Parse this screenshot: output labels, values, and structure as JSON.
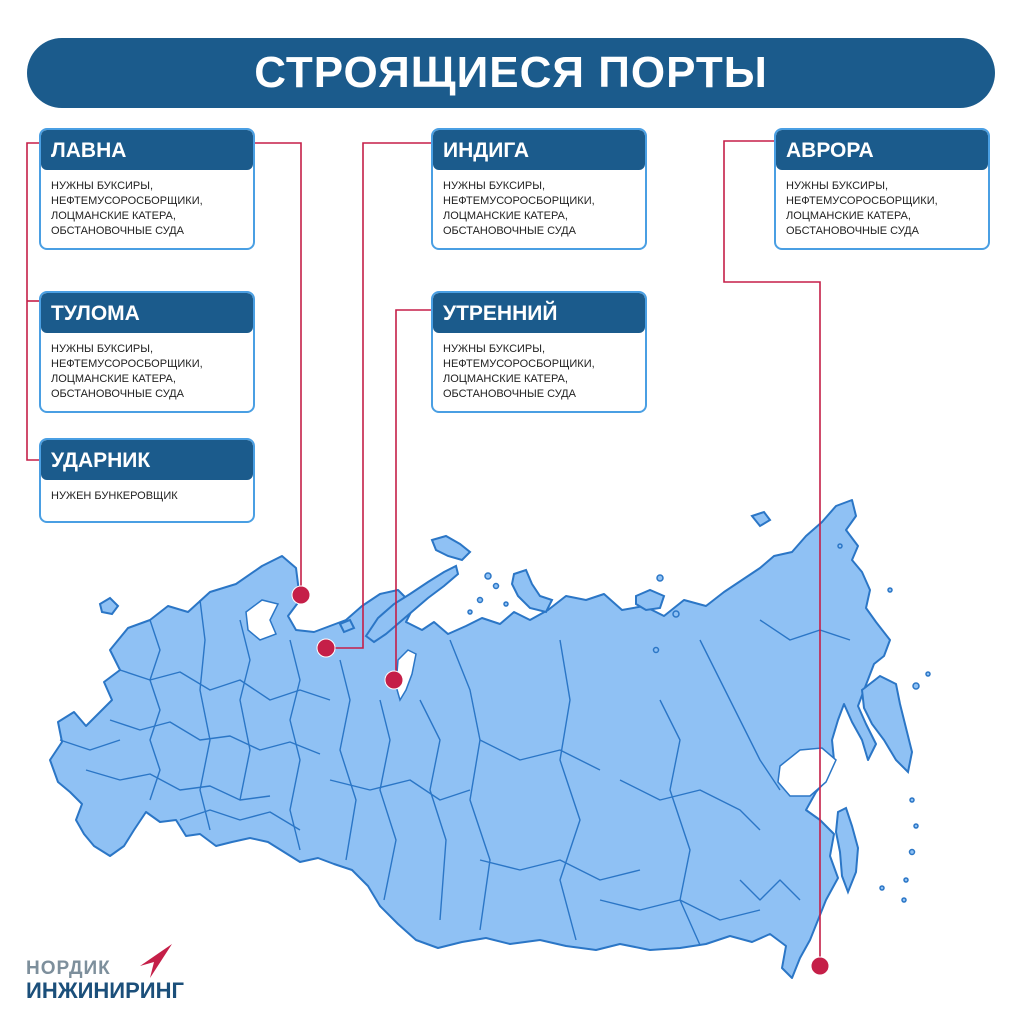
{
  "title": "СТРОЯЩИЕСЯ ПОРТЫ",
  "colors": {
    "brand": "#1b5b8c",
    "land": "#8fc1f4",
    "border": "#2b76c6",
    "marker": "#c51f48",
    "leader": "#c51f48"
  },
  "ports": [
    {
      "name": "ЛАВНА",
      "needs": "НУЖНЫ БУКСИРЫ,\nНЕФТЕМУСОРОСБОРЩИКИ,\nЛОЦМАНСКИЕ КАТЕРА,\nОБСТАНОВОЧНЫЕ СУДА"
    },
    {
      "name": "ТУЛОМА",
      "needs": "НУЖНЫ БУКСИРЫ,\nНЕФТЕМУСОРОСБОРЩИКИ,\nЛОЦМАНСКИЕ КАТЕРА,\nОБСТАНОВОЧНЫЕ СУДА"
    },
    {
      "name": "УДАРНИК",
      "needs": "НУЖЕН БУНКЕРОВЩИК"
    },
    {
      "name": "ИНДИГА",
      "needs": "НУЖНЫ БУКСИРЫ,\nНЕФТЕМУСОРОСБОРЩИКИ,\nЛОЦМАНСКИЕ КАТЕРА,\nОБСТАНОВОЧНЫЕ СУДА"
    },
    {
      "name": "УТРЕННИЙ",
      "needs": "НУЖНЫ БУКСИРЫ,\nНЕФТЕМУСОРОСБОРЩИКИ,\nЛОЦМАНСКИЕ КАТЕРА,\nОБСТАНОВОЧНЫЕ СУДА"
    },
    {
      "name": "АВРОРА",
      "needs": "НУЖНЫ БУКСИРЫ,\nНЕФТЕМУСОРОСБОРЩИКИ,\nЛОЦМАНСКИЕ КАТЕРА,\nОБСТАНОВОЧНЫЕ СУДА"
    }
  ],
  "logo": {
    "line1": "НОРДИК",
    "line2": "ИНЖИНИРИНГ"
  }
}
